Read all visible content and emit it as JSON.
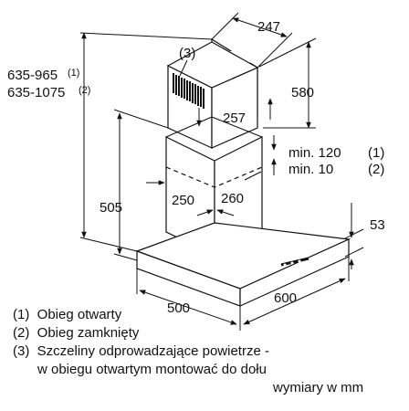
{
  "dimensions": {
    "d247": "247",
    "d3": "(3)",
    "d580": "580",
    "d257": "257",
    "h1": "635-965",
    "h1n": "(1)",
    "h2": "635-1075",
    "h2n": "(2)",
    "min120": "min. 120",
    "min120n": "(1)",
    "min10": "min. 10",
    "min10n": "(2)",
    "d505": "505",
    "d250": "250",
    "d260": "260",
    "d53": "53",
    "d500": "500",
    "d600": "600"
  },
  "legend": {
    "l1": "(1)  Obieg otwarty",
    "l2": "(2)  Obieg zamknięty",
    "l3a": "(3)  Szczeliny odprowadzające powietrze -",
    "l3b": "w obiegu otwartym montować do dołu",
    "units": "wymiary w mm"
  }
}
